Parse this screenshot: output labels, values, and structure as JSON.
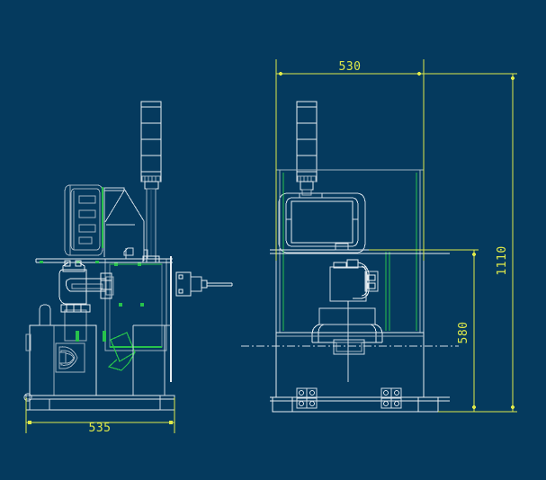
{
  "drawing": {
    "type": "cad-orthographic-drawing",
    "subject": "robotic-machine-tending-cell",
    "background_color": "#053a5e",
    "line_color_white": "#e8eef2",
    "line_color_gray": "#9fb2c0",
    "dimension_color": "#dfe94a",
    "accent_color_green": "#27c24c",
    "views": [
      {
        "name": "side-view",
        "position": "left"
      },
      {
        "name": "front-view",
        "position": "right"
      }
    ]
  },
  "dimensions": {
    "overall_width_front": "530",
    "overall_height": "1110",
    "machine_body_height": "580",
    "overall_depth_side": "535",
    "units": "mm"
  },
  "annotations": {
    "width_label": "530",
    "height_label": "1110",
    "body_height_label": "580",
    "depth_label": "535"
  },
  "components": {
    "stack_light": "signal-tower-light",
    "monitor": "hmi-display-panel",
    "robot": "articulated-robot-arm",
    "cabinet": "enclosure-cabinet",
    "base": "machine-base-frame",
    "feet": "leveling-mount-feet",
    "spindle": "spindle-connector"
  }
}
